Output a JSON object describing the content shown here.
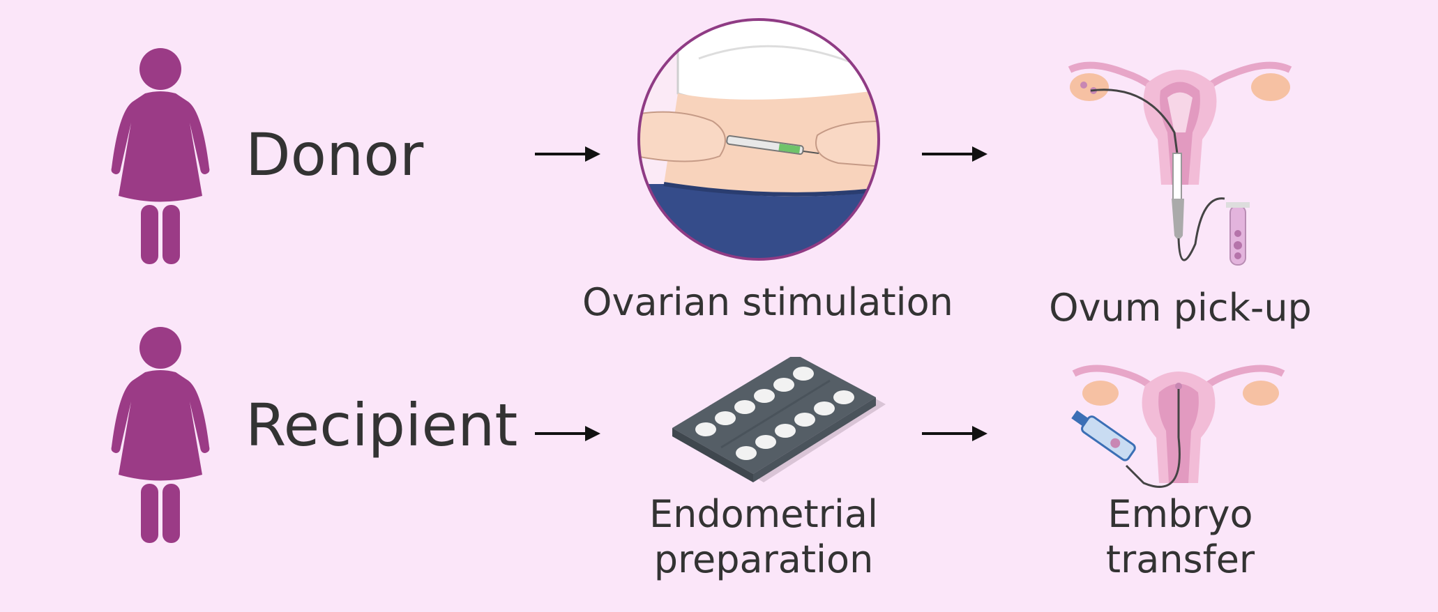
{
  "rows": [
    {
      "role": "Donor"
    },
    {
      "role": "Recipient"
    }
  ],
  "steps": {
    "ovarian_stimulation": "Ovarian stimulation",
    "ovum_pickup": "Ovum pick-up",
    "endometrial_preparation": [
      "Endometrial",
      "preparation"
    ],
    "embryo_transfer": [
      "Embryo",
      "transfer"
    ]
  },
  "colors": {
    "background": "#fbe6f9",
    "person": "#9b3b86",
    "text": "#333333",
    "arrow": "#111111"
  },
  "icons": [
    "woman-icon",
    "injection-icon",
    "uterus-pickup-icon",
    "pill-blister-icon",
    "uterus-transfer-icon",
    "arrow-right-icon"
  ]
}
